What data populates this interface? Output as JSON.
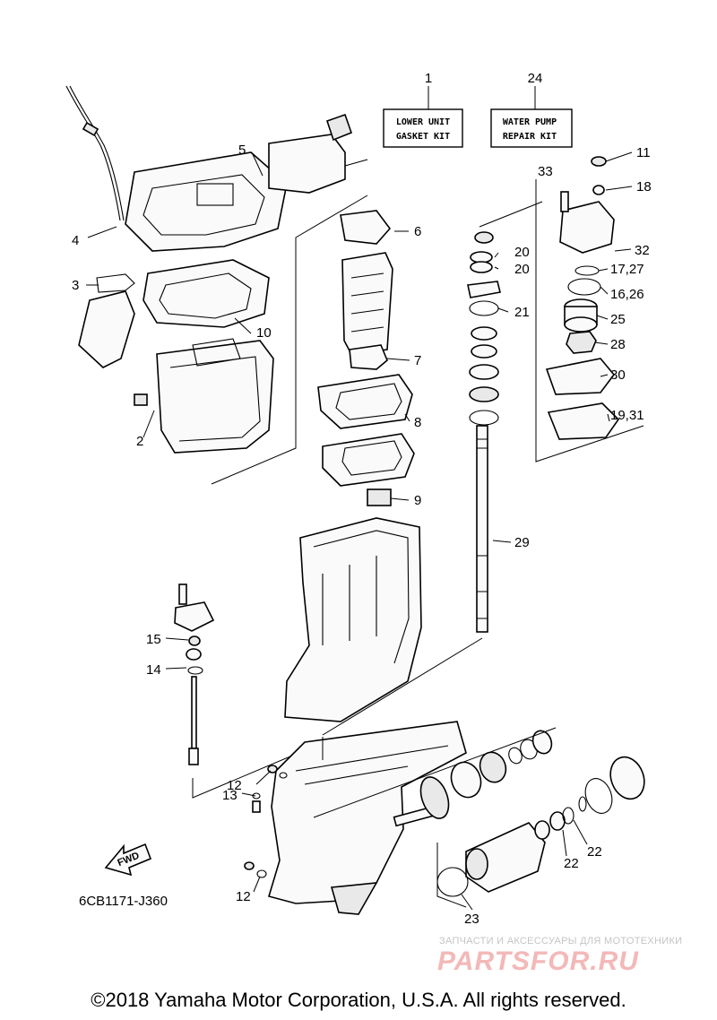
{
  "kits": {
    "lower_unit": {
      "number": "1",
      "line1": "LOWER UNIT",
      "line2": "GASKET KIT"
    },
    "water_pump": {
      "number": "24",
      "line1": "WATER PUMP",
      "line2": "REPAIR KIT"
    }
  },
  "callouts": [
    "2",
    "3",
    "4",
    "5",
    "6",
    "7",
    "8",
    "9",
    "10",
    "11",
    "12",
    "12",
    "13",
    "14",
    "15",
    "16,26",
    "17,27",
    "18",
    "19,31",
    "20",
    "20",
    "21",
    "22",
    "22",
    "23",
    "25",
    "28",
    "29",
    "30",
    "32",
    "33"
  ],
  "fwd_label": "FWD",
  "diagram_code": "6CB1171-J360",
  "watermark_caption": "ЗАПЧАСТИ И АКСЕССУАРЫ ДЛЯ МОТОТЕХНИКИ",
  "watermark_logo": "PARTSFOR.RU",
  "copyright": "©2018 Yamaha Motor Corporation, U.S.A. All rights reserved.",
  "colors": {
    "line": "#000000",
    "watermark_logo": "#f3b8b8",
    "watermark_caption": "#c5c5c5"
  }
}
